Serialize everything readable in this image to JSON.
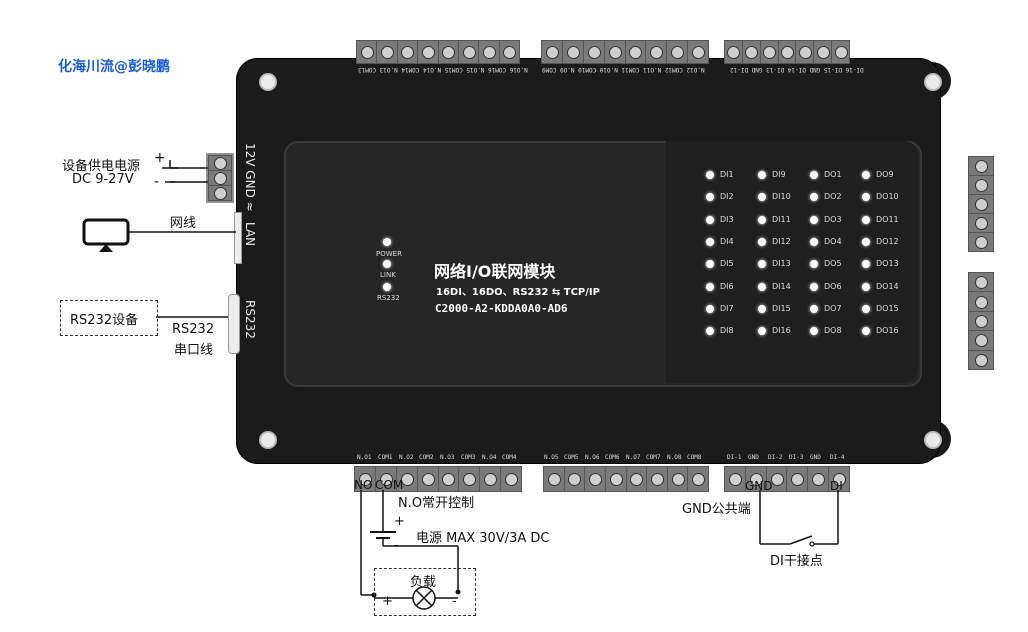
{
  "watermark": "化海川流@彭晓鹏",
  "device": {
    "title": "网络I/O联网模块",
    "subtitle": "16DI、16DO、RS232 ⇆ TCP/IP",
    "model": "C2000-A2-KDDA0A0-AD6",
    "status_leds": [
      "POWER",
      "LINK",
      "RS232"
    ],
    "side_ports": [
      "12V GND ≈",
      "LAN",
      "RS232"
    ]
  },
  "leds": {
    "col1": [
      "DI1",
      "DI2",
      "DI3",
      "DI4",
      "DI5",
      "DI6",
      "DI7",
      "DI8"
    ],
    "col2": [
      "DI9",
      "DI10",
      "DI11",
      "DI12",
      "DI13",
      "DI14",
      "DI15",
      "DI16"
    ],
    "col3": [
      "DO1",
      "DO2",
      "DO3",
      "DO4",
      "DO5",
      "DO6",
      "DO7",
      "DO8"
    ],
    "col4": [
      "DO9",
      "DO10",
      "DO11",
      "DO12",
      "DO13",
      "DO14",
      "DO15",
      "DO16"
    ]
  },
  "top_terminals": {
    "group1": "N.O16 COM16 N.O15 COM15 N.O14 COM14 N.O13 COM13",
    "group2": "N.O12 COM12 N.O11 COM11 N.O10 COM10 N.O9 COM9",
    "group3": "DI-16 DI-15 GND DI-14 DI-13 GND DI-12"
  },
  "bottom_terminals": {
    "group1": [
      "N.O1",
      "COM1",
      "N.O2",
      "COM2",
      "N.O3",
      "COM3",
      "N.O4",
      "COM4"
    ],
    "group2": [
      "N.O5",
      "COM5",
      "N.O6",
      "COM6",
      "N.O7",
      "COM7",
      "N.O8",
      "COM8"
    ],
    "group3": [
      "DI-1",
      "GND",
      "DI-2",
      "DI-3",
      "GND",
      "DI-4"
    ]
  },
  "annotations": {
    "power_source": "设备供电电源",
    "power_range": "DC 9-27V",
    "plus": "+",
    "minus": "-",
    "network_cable": "网线",
    "rs232_device": "RS232设备",
    "rs232_line1": "RS232",
    "rs232_line2": "串口线",
    "no_label": "NO",
    "com_label": "COM",
    "no_control": "N.O常开控制",
    "power_max": "电源 MAX 30V/3A DC",
    "load": "负载",
    "gnd_common": "GND公共端",
    "gnd_short": "GND",
    "di_short": "DI",
    "di_dry": "DI干接点"
  }
}
